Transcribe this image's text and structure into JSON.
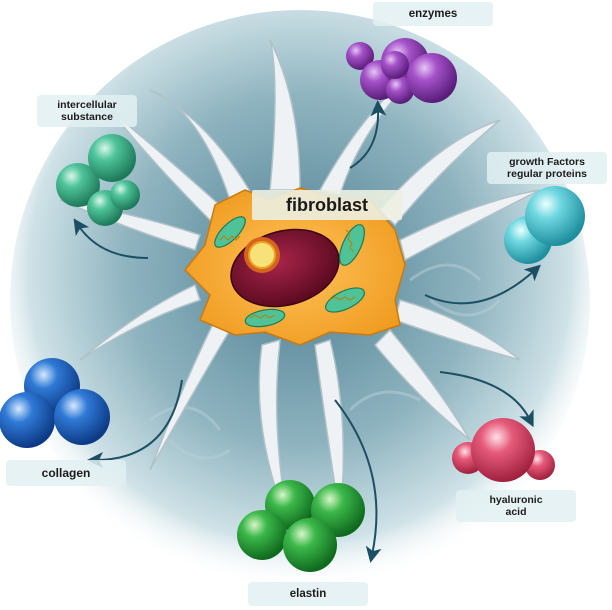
{
  "title": "fibroblast",
  "labels": {
    "enzymes": "enzymes",
    "intercellular_line1": "intercellular",
    "intercellular_line2": "substance",
    "growth_line1": "growth Factors",
    "growth_line2": "regular proteins",
    "collagen": "collagen",
    "hyaluronic_line1": "hyaluronic",
    "hyaluronic_line2": "acid",
    "elastin": "elastin"
  },
  "colors": {
    "background_halo": "#7fa6b3",
    "cell_body": "#f5a623",
    "nucleus": "#7a0f2a",
    "nucleolus": "#f7e27a",
    "mitochondria": "#4fc397",
    "arrow": "#1d4f63",
    "enzymes": "#8e3fb0",
    "intercellular": "#3fb78f",
    "growth": "#4fc6d2",
    "collagen": "#1f63c4",
    "hyaluronic": "#e0476a",
    "elastin": "#2aa23a"
  }
}
